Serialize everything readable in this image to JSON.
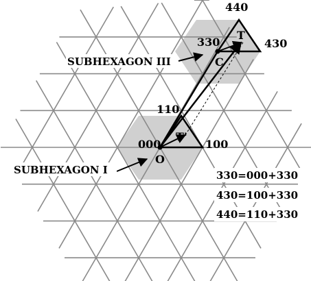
{
  "vertices": {
    "origin_code": "000",
    "origin_letter": "O",
    "v100": "100",
    "v110": "110",
    "v330": "330",
    "center_letter": "C",
    "v430": "430",
    "v440": "440"
  },
  "vectors": {
    "t_prime": "T'",
    "t": "T"
  },
  "subhexagons": {
    "one": "SUBHEXAGON I",
    "three": "SUBHEXAGON III"
  },
  "equations": [
    "330=000+330",
    "430=100+330",
    "440=110+330"
  ],
  "colors": {
    "grid": "#8a8a8a",
    "shade": "#d0d0d0",
    "ink": "#000000"
  }
}
